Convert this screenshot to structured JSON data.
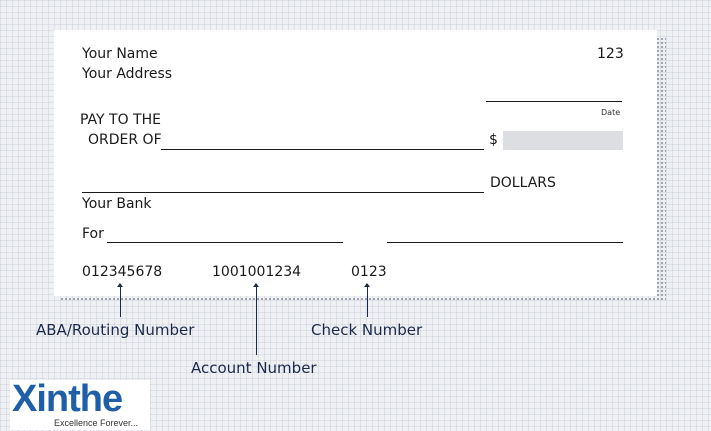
{
  "check": {
    "payer_name": "Your Name",
    "payer_address": "Your Address",
    "check_number_top": "123",
    "date_label": "Date",
    "pay_to_line1": "PAY TO THE",
    "pay_to_line2": "ORDER OF",
    "dollar_sign": "$",
    "dollars_label": "DOLLARS",
    "bank": "Your Bank",
    "for_label": "For",
    "routing": "012345678",
    "account": "1001001234",
    "check_no": "0123"
  },
  "annotations": {
    "routing_label": "ABA/Routing Number",
    "account_label": "Account Number",
    "check_label": "Check Number"
  },
  "logo": {
    "name": "Xinthe",
    "tagline": "Excellence Forever..."
  }
}
